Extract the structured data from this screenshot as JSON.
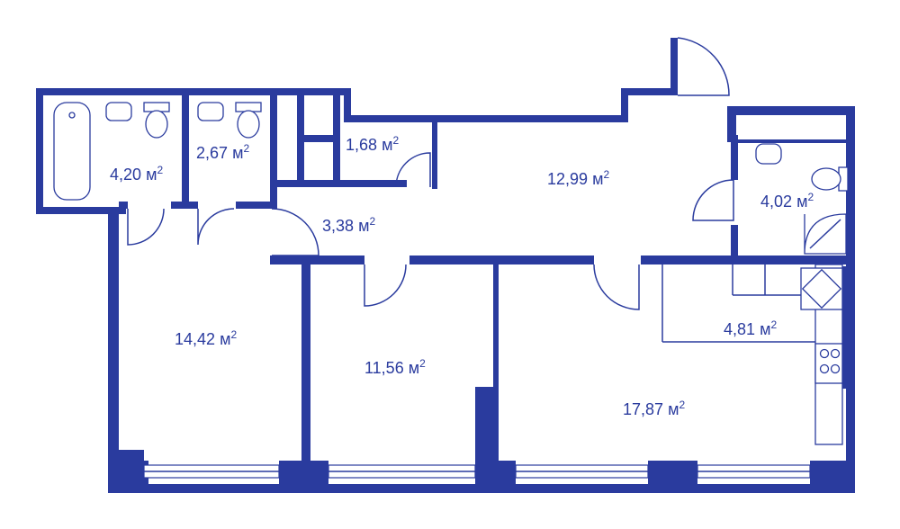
{
  "colors": {
    "wall": "#2a3b9e",
    "background": "#ffffff"
  },
  "rooms": [
    {
      "id": "bathroom",
      "area": "4,20",
      "unit": "м",
      "power": "2"
    },
    {
      "id": "toilet",
      "area": "2,67",
      "unit": "м",
      "power": "2"
    },
    {
      "id": "storage",
      "area": "1,68",
      "unit": "м",
      "power": "2"
    },
    {
      "id": "hall",
      "area": "12,99",
      "unit": "м",
      "power": "2"
    },
    {
      "id": "bathroom-2",
      "area": "4,02",
      "unit": "м",
      "power": "2"
    },
    {
      "id": "corridor",
      "area": "3,38",
      "unit": "м",
      "power": "2"
    },
    {
      "id": "bedroom-1",
      "area": "14,42",
      "unit": "м",
      "power": "2"
    },
    {
      "id": "bedroom-2",
      "area": "11,56",
      "unit": "м",
      "power": "2"
    },
    {
      "id": "kitchen",
      "area": "4,81",
      "unit": "м",
      "power": "2"
    },
    {
      "id": "living-room",
      "area": "17,87",
      "unit": "м",
      "power": "2"
    }
  ],
  "icons": [
    "bathtub-icon",
    "toilet-icon",
    "sink-icon",
    "shower-icon",
    "stove-icon",
    "door-swing-icon",
    "window-icon"
  ]
}
